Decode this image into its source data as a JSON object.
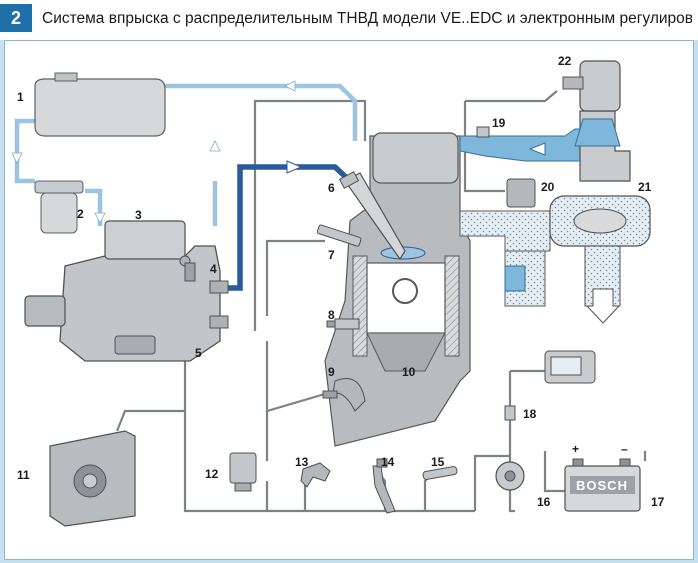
{
  "header": {
    "figure_number": "2",
    "title": "Система впрыска с распределительным ТНВД модели VE..EDC и электронным регулированием"
  },
  "components": [
    {
      "number": "1",
      "icon": "fuel-tank"
    },
    {
      "number": "2",
      "icon": "fuel-filter"
    },
    {
      "number": "3",
      "icon": "injection-pump"
    },
    {
      "number": "4",
      "icon": "pump-connector"
    },
    {
      "number": "5",
      "icon": "pump-solenoid"
    },
    {
      "number": "6",
      "icon": "injector-nozzle"
    },
    {
      "number": "7",
      "icon": "needle-motion-sensor"
    },
    {
      "number": "8",
      "icon": "coolant-temperature-sensor"
    },
    {
      "number": "9",
      "icon": "crankshaft-speed-sensor"
    },
    {
      "number": "10",
      "icon": "engine-block"
    },
    {
      "number": "11",
      "icon": "engine-control-unit"
    },
    {
      "number": "12",
      "icon": "glow-plug-relay"
    },
    {
      "number": "13",
      "icon": "vehicle-speed-sensor"
    },
    {
      "number": "14",
      "icon": "brake-pedal-switch"
    },
    {
      "number": "15",
      "icon": "accelerator-pedal-sensor"
    },
    {
      "number": "16",
      "icon": "ignition-switch"
    },
    {
      "number": "17",
      "icon": "battery"
    },
    {
      "number": "18",
      "icon": "diagnostic-connector"
    },
    {
      "number": "19",
      "icon": "egr-valve"
    },
    {
      "number": "20",
      "icon": "egr-actuator"
    },
    {
      "number": "21",
      "icon": "turbocharger"
    },
    {
      "number": "22",
      "icon": "air-mass-meter"
    }
  ],
  "battery": {
    "brand": "BOSCH",
    "plus": "+",
    "minus": "–"
  },
  "colors": {
    "title_bar": "#1f6fa8",
    "header_background": "#c6e0f2",
    "fuel_return_line": "#9cc4e0",
    "fuel_pressure_line": "#2a5a9a",
    "engine_grey": "#b9bcbf",
    "air_flow_blue": "#7fb6dc"
  }
}
